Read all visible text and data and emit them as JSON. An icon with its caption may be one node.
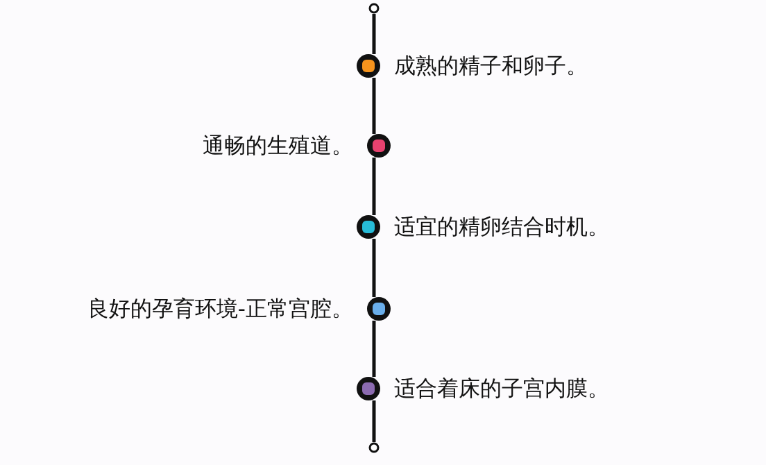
{
  "diagram": {
    "nodes": [
      {
        "text": [],
        "shape": "circle"
      },
      {
        "text": [],
        "shape": "circle",
        "beside": [
          "成熟的精子和卵子。"
        ]
      },
      {
        "text": [],
        "shape": "circle",
        "beside": [
          "通畅的生殖道。"
        ]
      },
      {
        "text": [],
        "shape": "circle",
        "beside": [
          "适宜的精卵结合时机。"
        ]
      },
      {
        "text": [],
        "shape": "circle",
        "beside": [
          "良好的孕育环境-正常宫腔。"
        ]
      },
      {
        "text": [],
        "shape": "circle",
        "beside": [
          "适合着床的子宫内膜。"
        ]
      },
      {
        "text": [],
        "shape": "circle"
      }
    ],
    "edges": [
      {
        "from": 0,
        "to": 1,
        "arrow": "none"
      },
      {
        "from": 1,
        "to": 2,
        "arrow": "none"
      },
      {
        "from": 2,
        "to": 3,
        "arrow": "none"
      },
      {
        "from": 3,
        "to": 4,
        "arrow": "none"
      },
      {
        "from": 4,
        "to": 5,
        "arrow": "none"
      },
      {
        "from": 5,
        "to": 6,
        "arrow": "none"
      }
    ]
  }
}
